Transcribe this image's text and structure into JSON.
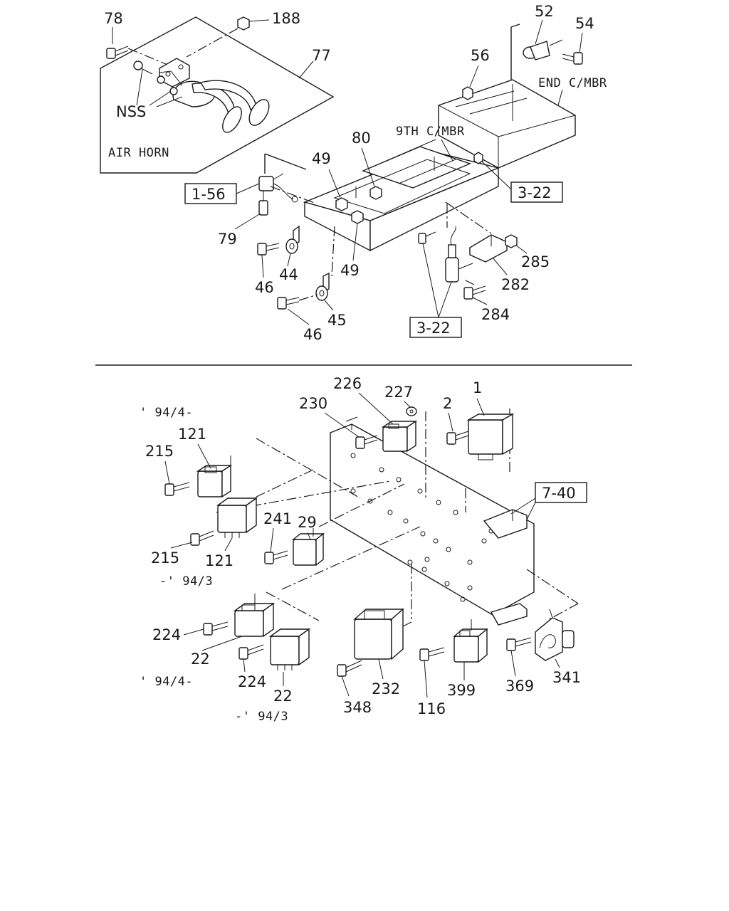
{
  "diagram": {
    "upper": {
      "inset_label": "AIR HORN",
      "nss_label": "NSS",
      "member_labels": {
        "end": "END C/MBR",
        "ninth": "9TH C/MBR"
      },
      "callouts": {
        "c78": "78",
        "c188": "188",
        "c77": "77",
        "c52": "52",
        "c54": "54",
        "c56": "56",
        "c80": "80",
        "c49a": "49",
        "c49b": "49",
        "c79": "79",
        "c44": "44",
        "c46a": "46",
        "c45": "45",
        "c46b": "46",
        "c285": "285",
        "c282": "282",
        "c284": "284"
      },
      "refs": {
        "r156": "1-56",
        "r322a": "3-22",
        "r322b": "3-22"
      }
    },
    "lower": {
      "dates": {
        "d1": "' 94/4-",
        "d2": "-' 94/3",
        "d3": "' 94/4-",
        "d4": "-' 94/3"
      },
      "callouts": {
        "c226": "226",
        "c227": "227",
        "c230": "230",
        "c2": "2",
        "c1": "1",
        "c121a": "121",
        "c215a": "215",
        "c29": "29",
        "c241": "241",
        "c215b": "215",
        "c121b": "121",
        "c224a": "224",
        "c22a": "22",
        "c224b": "224",
        "c22b": "22",
        "c348": "348",
        "c232": "232",
        "c116": "116",
        "c399": "399",
        "c369": "369",
        "c341": "341"
      },
      "refs": {
        "r740": "7-40"
      }
    }
  }
}
